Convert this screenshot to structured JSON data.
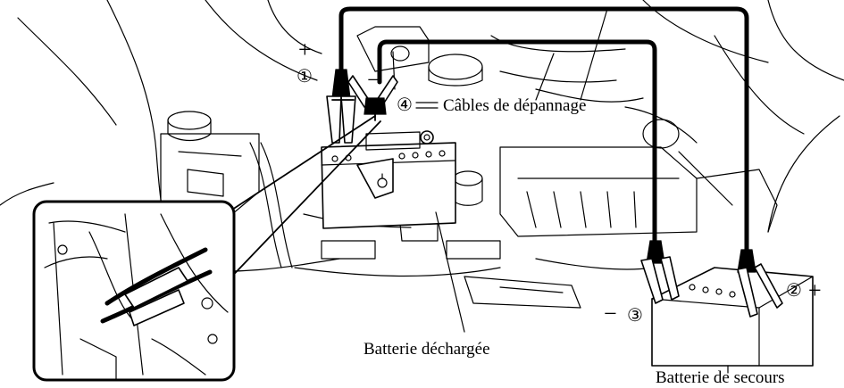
{
  "labels": {
    "jumper_cables": "Câbles de dépannage",
    "discharged_battery": "Batterie déchargée",
    "booster_battery": "Batterie de secours"
  },
  "steps": {
    "step1": {
      "number": "①",
      "polarity": "+"
    },
    "step2": {
      "number": "②",
      "polarity": "+"
    },
    "step3": {
      "number": "③",
      "polarity": "−"
    },
    "step4": {
      "number": "④",
      "polarity": "−"
    }
  },
  "icons": {
    "clamp": "jumper-clamp-icon",
    "terminal": "battery-terminal-icon"
  }
}
